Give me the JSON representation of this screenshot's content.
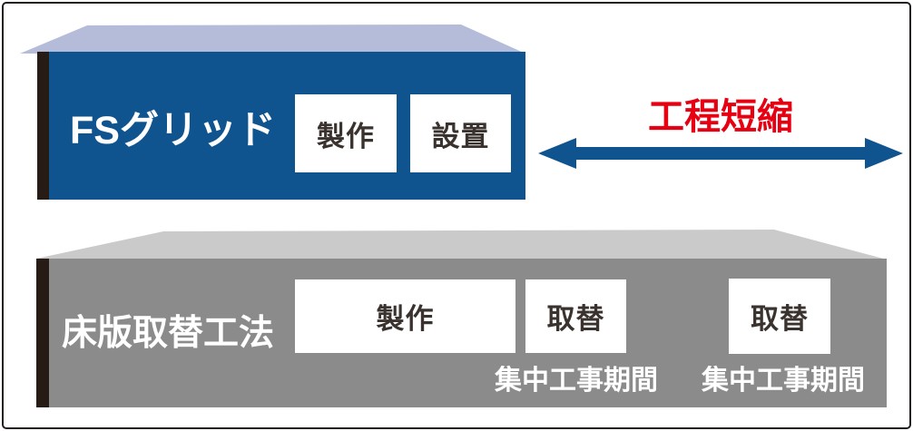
{
  "rows": [
    {
      "title": "FSグリッド",
      "phases": [
        {
          "label": "製作"
        },
        {
          "label": "設置"
        }
      ]
    },
    {
      "title": "床版取替工法",
      "phases": [
        {
          "label": "製作"
        },
        {
          "label": "取替"
        },
        {
          "label": "取替"
        }
      ],
      "period_notes": [
        "集中工事期間",
        "集中工事期間"
      ]
    }
  ],
  "arrow": {
    "label": "工程短縮"
  },
  "colors": {
    "fs_bar": "#0f538f",
    "fs_top_face": "#b5bcd9",
    "conventional_bar": "#8b8b8b",
    "conventional_top_face": "#cacaca",
    "left_edge": "#271c15",
    "arrow": "#0f538f",
    "highlight_red": "#e60012",
    "phase_text": "#3a322e",
    "frame_border": "#221d1a"
  }
}
